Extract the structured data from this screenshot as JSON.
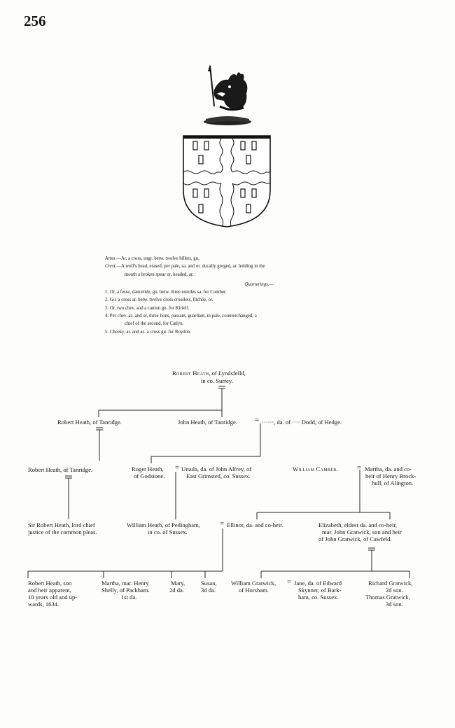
{
  "page_number": "256",
  "arms": {
    "arms_label": "Arms.",
    "arms_text": "—Ar. a cross, engr. betw. twelve billets, gu.",
    "crest_label": "Crest.",
    "crest_text": "—A wolf's head, erased, per pale, sa. and or. ducally gorged, ar. holding in the",
    "crest_text2": "mouth a broken spear or, headed, ar.",
    "quarterings_label": "Quarterings.—",
    "quarterings": [
      "1. Or, a fesse, dancettée, gu. betw. three estoiles sa. for Comber.",
      "2. Gu. a cross ar. betw. twelve cross crosslets, fitchée, or.",
      "3. Or, two chev. and a canton gu. for Kiriell.",
      "4. Per chev. az. and or, three lions, passant, guardant, in pale, counterchanged, a",
      "chief of the second, for Catlyn.",
      "5. Cheeky, ar. and az. a cross gu. for Roydon."
    ]
  },
  "tree": {
    "root_name": "Robert Heath",
    "root_rest": ", of Lyndsfeild,",
    "root_line2": "in co. Surrey.",
    "g2_robert": "Robert Heath, of Tanridge.",
    "g2_john": "John Heath, of Tanridge.",
    "g2_john_wife": "······, da. of ···· Dodd, of Hedge.",
    "g3_robert": "Robert Heath, of Tanridge.",
    "g3_roger_1": "Roger Heath,",
    "g3_roger_2": "of Godstone.",
    "g3_ursula_1": "Ursula, da. of John Alfrey, of",
    "g3_ursula_2": "East Grimsted, co. Sussex.",
    "g3_camber": "William Camber.",
    "g3_martha_1": "Martha, da. and co-",
    "g3_martha_2": "heir of Henry Brock-",
    "g3_martha_3": "hull, of Alington.",
    "g4_sir_1": "Sir Robert Heath, lord chief",
    "g4_sir_2": "justice of the common pleas.",
    "g4_william_1": "William Heath, of Pedingham,",
    "g4_william_2": "in co. of Sussex.",
    "g4_ellinor": "Ellinor, da. and co-heir.",
    "g4_eliz_1": "Elizabeth, eldest da. and co-heir,",
    "g4_eliz_2": "mar. John Gratwick, son and heir",
    "g4_eliz_3": "of John Gratwick, of Cawfeld.",
    "g5_robert_1": "Robert Heath, son",
    "g5_robert_2": "and heir apparent,",
    "g5_robert_3": "10 years old and up-",
    "g5_robert_4": "wards, 1634.",
    "g5_martha_1": "Martha, mar. Henry",
    "g5_martha_2": "Shelly, of Packham.",
    "g5_martha_3": "1st da.",
    "g5_mary_1": "Mary,",
    "g5_mary_2": "2d da.",
    "g5_susan_1": "Susan,",
    "g5_susan_2": "3d da.",
    "g5_wgrat_1": "William Gratwick,",
    "g5_wgrat_2": "of Horsham.",
    "g5_jane_1": "Jane, da. of Edward",
    "g5_jane_2": "Skynner, of Bark-",
    "g5_jane_3": "ham, co. Sussex.",
    "g5_richard_1": "Richard Gratwick,",
    "g5_richard_2": "2d son.",
    "g5_thomas_1": "Thomas Gratwick,",
    "g5_thomas_2": "3d son."
  },
  "icons": [
    "wolf-crest-icon",
    "heraldic-shield-icon"
  ]
}
